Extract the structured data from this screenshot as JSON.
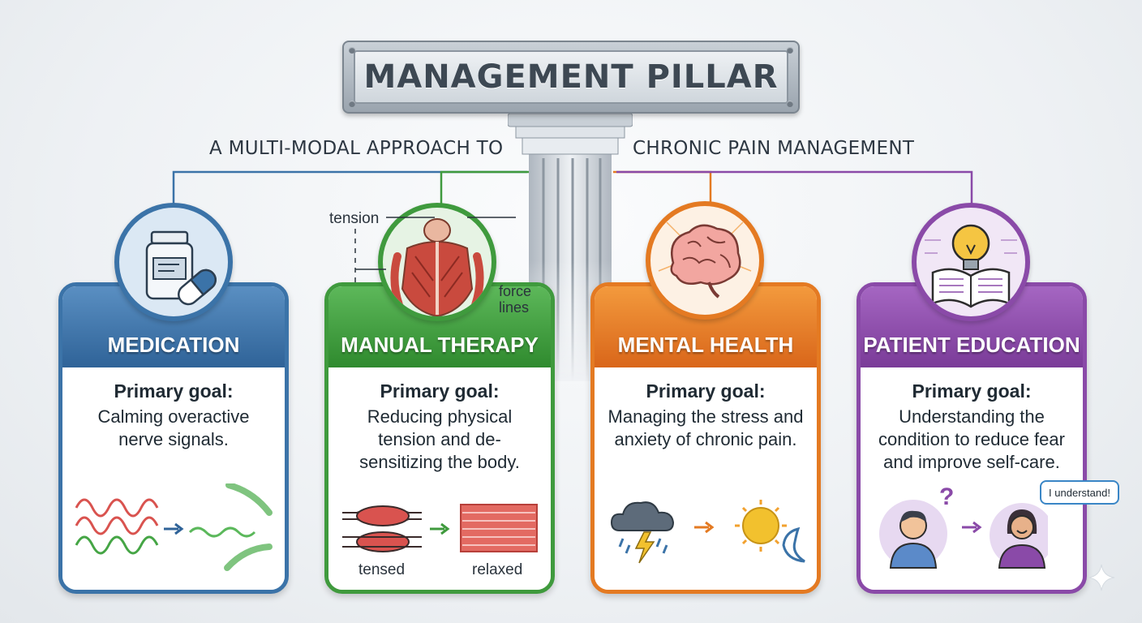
{
  "title": "MANAGEMENT PILLAR",
  "subtitle": {
    "left": "A MULTI-MODAL APPROACH TO",
    "right": "CHRONIC PAIN MANAGEMENT"
  },
  "pillars": [
    {
      "name": "MEDICATION",
      "goal_label": "Primary goal:",
      "goal_text": "Calming overactive nerve signals.",
      "color": "#3b73a8",
      "icon": "pill-bottle-capsule-icon"
    },
    {
      "name": "MANUAL THERAPY",
      "goal_label": "Primary goal:",
      "goal_text": "Reducing physical tension and de-sensitizing the body.",
      "color": "#3f9a3d",
      "icon": "back-muscles-icon",
      "labels": {
        "tension": "tension",
        "force_lines": "force lines",
        "tensed": "tensed",
        "relaxed": "relaxed"
      }
    },
    {
      "name": "MENTAL HEALTH",
      "goal_label": "Primary goal:",
      "goal_text": "Managing the stress and anxiety of chronic pain.",
      "color": "#e47a22",
      "icon": "brain-icon"
    },
    {
      "name": "PATIENT EDUCATION",
      "goal_label": "Primary goal:",
      "goal_text": "Understanding the condition to reduce fear and improve self-care.",
      "color": "#8a4aa8",
      "icon": "book-lightbulb-icon",
      "speech": "I understand!"
    }
  ]
}
